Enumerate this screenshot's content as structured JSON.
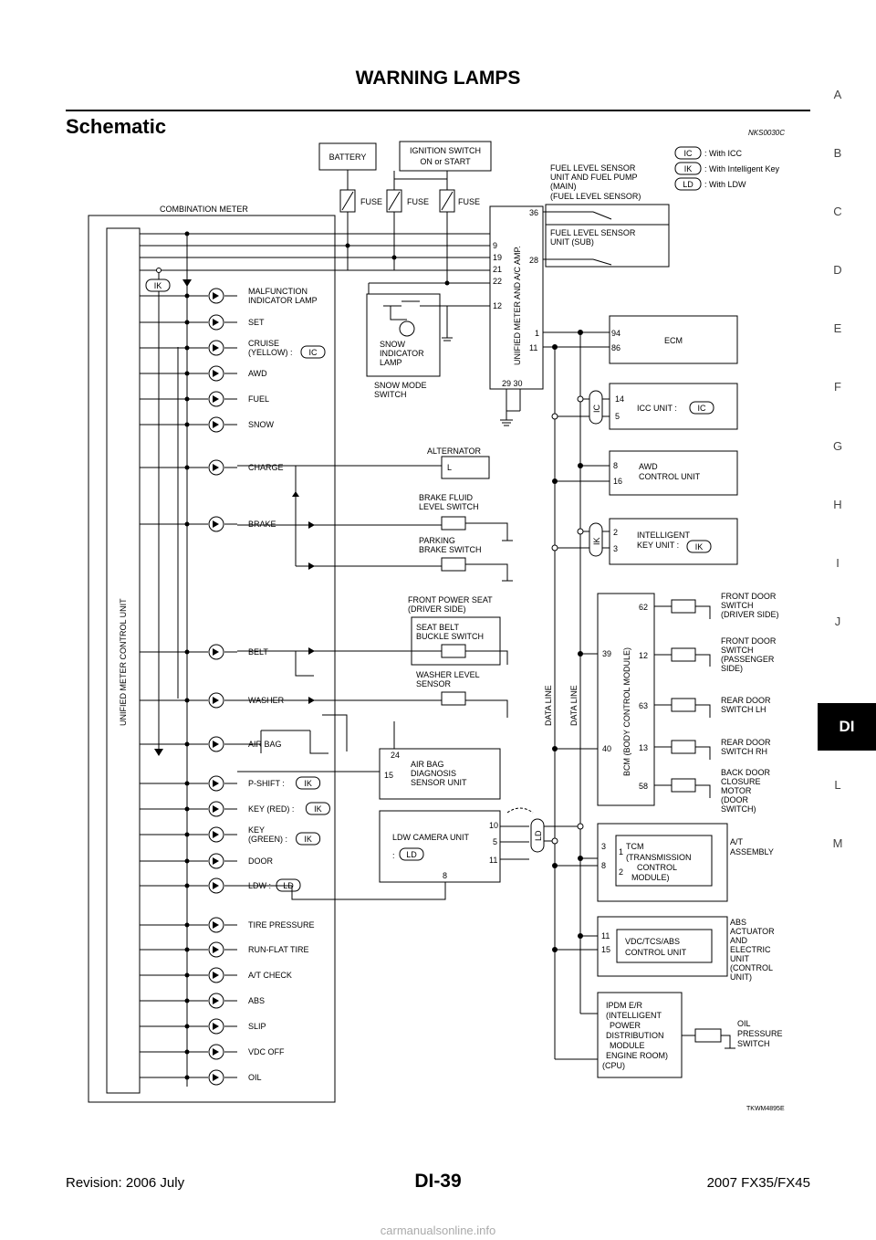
{
  "header": {
    "title": "WARNING LAMPS"
  },
  "section": {
    "title": "Schematic",
    "code": "NKS0030C"
  },
  "side_index": [
    "A",
    "B",
    "C",
    "D",
    "E",
    "F",
    "G",
    "H",
    "I",
    "J",
    "DI",
    "L",
    "M"
  ],
  "side_active": "DI",
  "legend": [
    {
      "tag": "IC",
      "text": ": With ICC"
    },
    {
      "tag": "IK",
      "text": ": With Intelligent Key"
    },
    {
      "tag": "LD",
      "text": ": With LDW"
    }
  ],
  "top": {
    "battery": "BATTERY",
    "ignition": [
      "IGNITION SWITCH",
      "ON or START"
    ],
    "fuse": "FUSE",
    "combination_meter": "COMBINATION METER",
    "unified_meter_control_unit": "UNIFIED METER CONTROL UNIT",
    "amp_label": "UNIFIED METER AND A/C AMP.",
    "amp_pins_left": [
      "9",
      "19",
      "21",
      "22",
      "12"
    ],
    "amp_pins_right": [
      "36",
      "28",
      "1",
      "11"
    ],
    "amp_pins_bottom": "29  30",
    "fuel_main": [
      "FUEL LEVEL SENSOR",
      "UNIT AND FUEL PUMP",
      "(MAIN)",
      "(FUEL LEVEL SENSOR)"
    ],
    "fuel_sub": [
      "FUEL LEVEL SENSOR",
      "UNIT (SUB)"
    ],
    "snow_lamp": [
      "SNOW",
      "INDICATOR",
      "LAMP"
    ],
    "snow_switch": [
      "SNOW MODE",
      "SWITCH"
    ]
  },
  "lamps": [
    {
      "label": [
        "MALFUNCTION",
        "INDICATOR LAMP"
      ]
    },
    {
      "label": [
        "SET"
      ]
    },
    {
      "label": [
        "CRUISE",
        "(YELLOW) :"
      ],
      "tag": "IC"
    },
    {
      "label": [
        "AWD"
      ]
    },
    {
      "label": [
        "FUEL"
      ]
    },
    {
      "label": [
        "SNOW"
      ]
    },
    {
      "label": [
        "CHARGE"
      ]
    },
    {
      "label": [
        "BRAKE"
      ]
    },
    {
      "label": [
        "BELT"
      ]
    },
    {
      "label": [
        "WASHER"
      ]
    },
    {
      "label": [
        "AIR BAG"
      ]
    },
    {
      "label": [
        "P-SHIFT :"
      ],
      "tag": "IK"
    },
    {
      "label": [
        "KEY (RED) :"
      ],
      "tag": "IK"
    },
    {
      "label": [
        "KEY",
        "(GREEN) :"
      ],
      "tag": "IK"
    },
    {
      "label": [
        "DOOR"
      ]
    },
    {
      "label": [
        "LDW :"
      ],
      "tag": "LD"
    },
    {
      "label": [
        "TIRE PRESSURE"
      ]
    },
    {
      "label": [
        "RUN-FLAT TIRE"
      ]
    },
    {
      "label": [
        "A/T CHECK"
      ]
    },
    {
      "label": [
        "ABS"
      ]
    },
    {
      "label": [
        "SLIP"
      ]
    },
    {
      "label": [
        "VDC OFF"
      ]
    },
    {
      "label": [
        "OIL"
      ]
    }
  ],
  "middle": {
    "ik_tag": "IK",
    "alternator": "ALTERNATOR",
    "alternator_pin": "L",
    "brake_fluid": [
      "BRAKE FLUID",
      "LEVEL SWITCH"
    ],
    "parking_brake": [
      "PARKING",
      "BRAKE SWITCH"
    ],
    "front_power_seat": [
      "FRONT POWER SEAT",
      "(DRIVER SIDE)"
    ],
    "seat_belt": [
      "SEAT BELT",
      "BUCKLE SWITCH"
    ],
    "washer_sensor": [
      "WASHER LEVEL",
      "SENSOR"
    ],
    "airbag_unit": [
      "AIR BAG",
      "DIAGNOSIS",
      "SENSOR UNIT"
    ],
    "airbag_pins": [
      "24",
      "15"
    ],
    "ldw_unit": [
      "LDW CAMERA UNIT",
      ":"
    ],
    "ldw_tag": "LD",
    "ldw_pins": [
      "10",
      "5",
      "11",
      "8"
    ],
    "ldw_line_tag": "LD"
  },
  "right": {
    "ecm": "ECM",
    "ecm_pins": [
      "94",
      "86"
    ],
    "icc_unit": "ICC UNIT :",
    "icc_tag": "IC",
    "icc_pins": [
      "14",
      "5"
    ],
    "icc_line_tag": "IC",
    "awd_unit": [
      "AWD",
      "CONTROL UNIT"
    ],
    "awd_pins": [
      "8",
      "16"
    ],
    "ikey_unit": [
      "INTELLIGENT",
      "KEY UNIT :"
    ],
    "ikey_tag": "IK",
    "ikey_pins": [
      "2",
      "3"
    ],
    "ikey_line_tag": "IK",
    "bcm": "BCM (BODY CONTROL MODULE)",
    "bcm_pins_left": [
      "39",
      "40"
    ],
    "bcm_pins_right": [
      "62",
      "12",
      "63",
      "13",
      "58"
    ],
    "door_switches": [
      [
        "FRONT DOOR",
        "SWITCH",
        "(DRIVER SIDE)"
      ],
      [
        "FRONT DOOR",
        "SWITCH",
        "(PASSENGER",
        "  SIDE)"
      ],
      [
        "REAR DOOR",
        "SWITCH LH"
      ],
      [
        "REAR DOOR",
        "SWITCH RH"
      ],
      [
        "BACK DOOR",
        "CLOSURE",
        "MOTOR",
        "(DOOR",
        "  SWITCH)"
      ]
    ],
    "data_line": "DATA LINE",
    "at_assembly": [
      "A/T",
      "ASSEMBLY"
    ],
    "tcm": [
      "TCM",
      "(TRANSMISSION",
      "CONTROL",
      "MODULE)"
    ],
    "tcm_pins_outer": [
      "3",
      "8"
    ],
    "tcm_pins_inner": [
      "1",
      "2"
    ],
    "abs_actuator": [
      "ABS",
      "ACTUATOR",
      "AND",
      "ELECTRIC",
      "UNIT",
      "(CONTROL",
      "  UNIT)"
    ],
    "vdc_unit": [
      "VDC/TCS/ABS",
      "CONTROL UNIT"
    ],
    "vdc_pins": [
      "11",
      "15"
    ],
    "ipdm": [
      "IPDM E/R",
      "(INTELLIGENT",
      "POWER",
      "DISTRIBUTION",
      "MODULE",
      "ENGINE ROOM)",
      "(CPU)"
    ],
    "oil_switch": [
      "OIL",
      "PRESSURE",
      "SWITCH"
    ]
  },
  "figure_code": "TKWM4895E",
  "footer": {
    "left": "Revision: 2006 July",
    "center": "DI-39",
    "right": "2007 FX35/FX45"
  },
  "watermark": "carmanualsonline.info"
}
